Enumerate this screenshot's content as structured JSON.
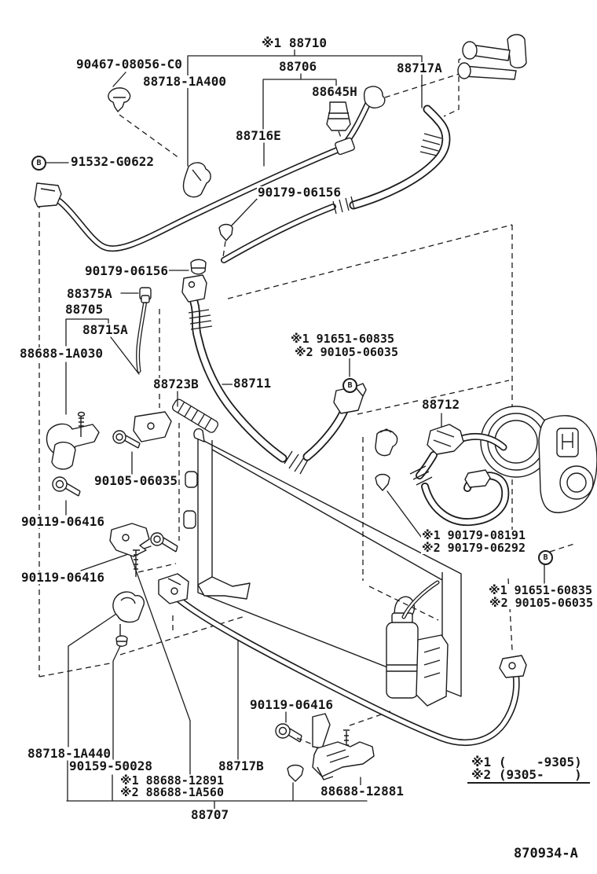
{
  "diagram": {
    "type": "parts-diagram",
    "title_area": "A/C piping exploded parts diagram",
    "figure_code": "870934-A",
    "background_color": "#ffffff",
    "line_color": "#1c1c1c",
    "labels": {
      "p88710": "※1 88710",
      "p90467_08056": "90467-08056-C0",
      "p88718_1a400": "88718-1A400",
      "p88706": "88706",
      "p88717a": "88717A",
      "p88645h": "88645H",
      "p88716e": "88716E",
      "p91532_g0622": "91532-G0622",
      "p90179_06156": "90179-06156",
      "p88375a": "88375A",
      "p88705": "88705",
      "p88715a": "88715A",
      "p88688_1a030": "88688-1A030",
      "p91651_60835_s1": "※1 91651-60835",
      "p90105_06035_s2": "※2 90105-06035",
      "p88723b": "88723B",
      "p88711": "88711",
      "p88712": "88712",
      "p90105_06035": "90105-06035",
      "p90119_06416": "90119-06416",
      "p90179_08191_s1": "※1 90179-08191",
      "p90179_06292_s2": "※2 90179-06292",
      "p88718_1a440": "88718-1A440",
      "p90159_50028": "90159-50028",
      "p88717b": "88717B",
      "p88688_12891_s1": "※1 88688-12891",
      "p88688_1a560_s2": "※2 88688-1A560",
      "p88688_12881": "88688-12881",
      "p88707": "88707",
      "bolt_symbol": "B"
    },
    "footnotes": {
      "note1": "※1 (    -9305)",
      "note2": "※2 (9305-    )"
    }
  }
}
